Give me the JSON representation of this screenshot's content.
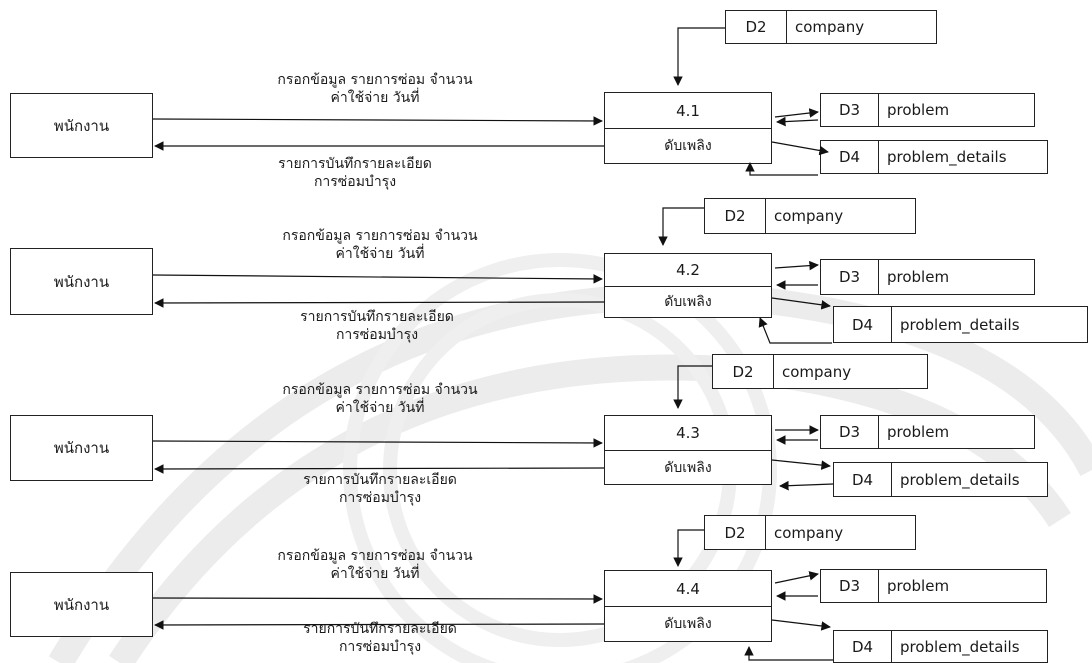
{
  "diagram": {
    "sections": [
      {
        "process_id": "4.1",
        "process_name": "ดับเพลิง",
        "entity": "พนักงาน",
        "flow_in": [
          "กรอกข้อมูล รายการซ่อม จำนวน",
          "ค่าใช้จ่าย วันที่"
        ],
        "flow_out": [
          "รายการบันทึกรายละเอียด",
          "การซ่อมบำรุง"
        ],
        "store_d2": {
          "id": "D2",
          "name": "company"
        },
        "store_d3": {
          "id": "D3",
          "name": "problem"
        },
        "store_d4": {
          "id": "D4",
          "name": "problem_details"
        }
      },
      {
        "process_id": "4.2",
        "process_name": "ดับเพลิง",
        "entity": "พนักงาน",
        "flow_in": [
          "กรอกข้อมูล รายการซ่อม จำนวน",
          "ค่าใช้จ่าย วันที่"
        ],
        "flow_out": [
          "รายการบันทึกรายละเอียด",
          "การซ่อมบำรุง"
        ],
        "store_d2": {
          "id": "D2",
          "name": "company"
        },
        "store_d3": {
          "id": "D3",
          "name": "problem"
        },
        "store_d4": {
          "id": "D4",
          "name": "problem_details"
        }
      },
      {
        "process_id": "4.3",
        "process_name": "ดับเพลิง",
        "entity": "พนักงาน",
        "flow_in": [
          "กรอกข้อมูล รายการซ่อม จำนวน",
          "ค่าใช้จ่าย วันที่"
        ],
        "flow_out": [
          "รายการบันทึกรายละเอียด",
          "การซ่อมบำรุง"
        ],
        "store_d2": {
          "id": "D2",
          "name": "company"
        },
        "store_d3": {
          "id": "D3",
          "name": "problem"
        },
        "store_d4": {
          "id": "D4",
          "name": "problem_details"
        }
      },
      {
        "process_id": "4.4",
        "process_name": "ดับเพลิง",
        "entity": "พนักงาน",
        "flow_in": [
          "กรอกข้อมูล รายการซ่อม จำนวน",
          "ค่าใช้จ่าย วันที่"
        ],
        "flow_out": [
          "รายการบันทึกรายละเอียด",
          "การซ่อมบำรุง"
        ],
        "store_d2": {
          "id": "D2",
          "name": "company"
        },
        "store_d3": {
          "id": "D3",
          "name": "problem"
        },
        "store_d4": {
          "id": "D4",
          "name": "problem_details"
        }
      }
    ]
  },
  "colors": {
    "line": "#111111",
    "watermark": "#ececec"
  }
}
